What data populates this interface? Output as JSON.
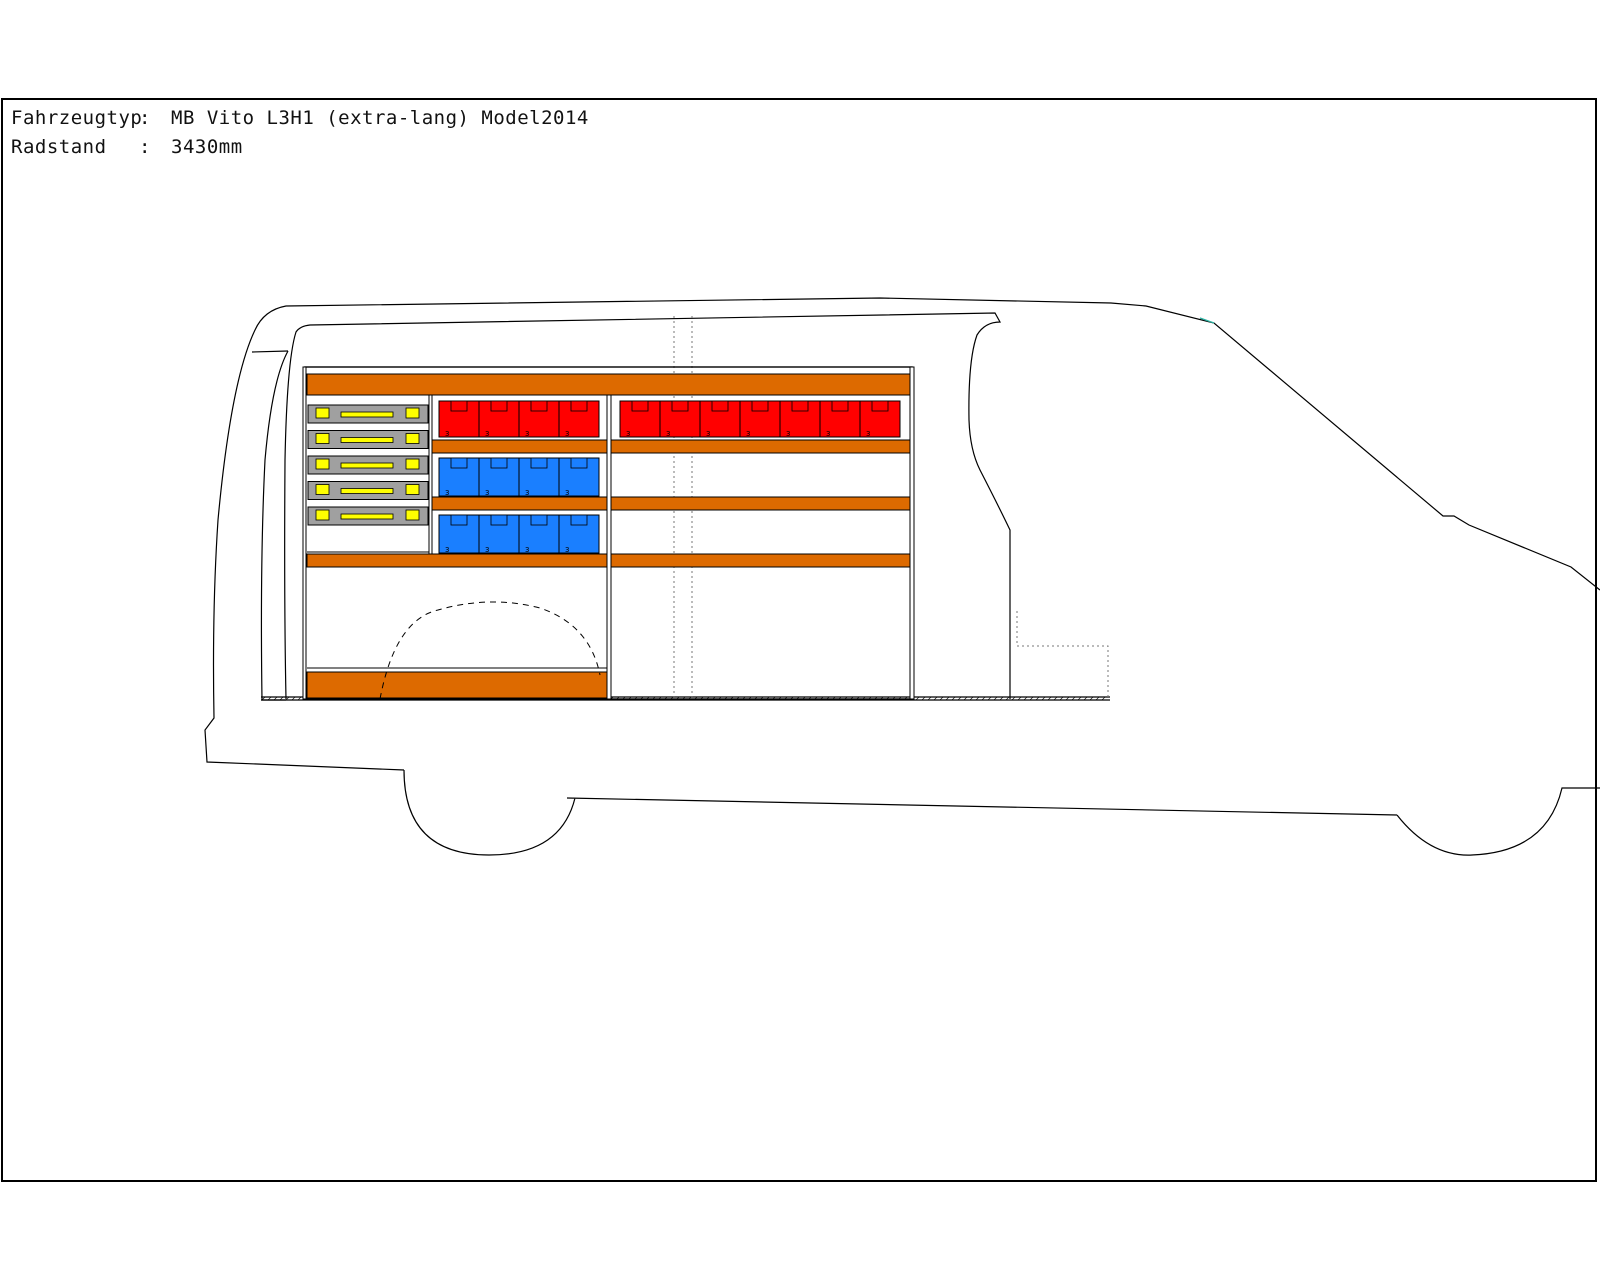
{
  "info": {
    "vehicle_label": "Fahrzeugtyp",
    "vehicle_separator": ":",
    "vehicle_value": "MB Vito L3H1 (extra-lang) Model2014",
    "wheelbase_label": "Radstand",
    "wheelbase_separator": ":",
    "wheelbase_value": "3430mm"
  },
  "colors": {
    "line": "#000000",
    "shelf": "#dd6a00",
    "bin_red": "#ff0000",
    "bin_blue": "#1a7fff",
    "case_gray": "#a0a0a0",
    "case_yellow": "#ffff00",
    "accent_line": "#2ab0a0"
  },
  "shelving": {
    "left_case_count": 5,
    "red_bins_left_count": 4,
    "red_bins_right_count": 7,
    "blue_bins_row1_count": 4,
    "blue_bins_row2_count": 4,
    "bin_mark": "3"
  }
}
